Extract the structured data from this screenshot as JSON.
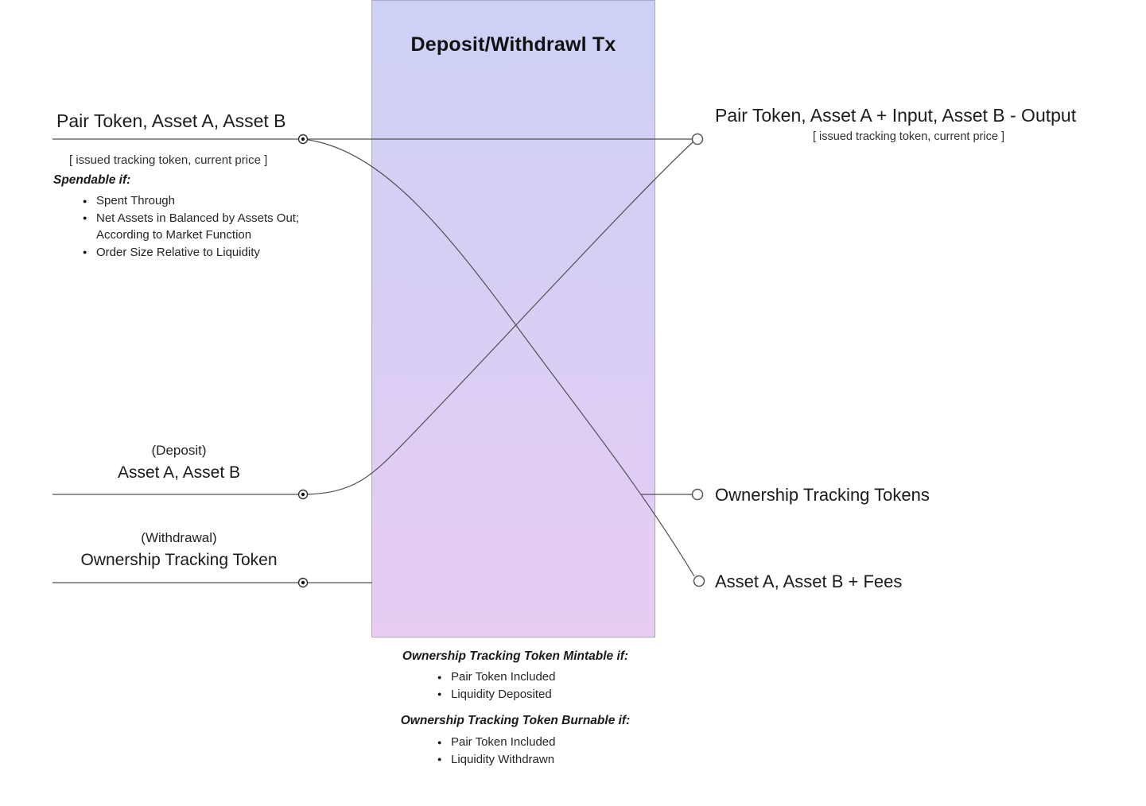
{
  "box": {
    "title": "Deposit/Withdrawl Tx"
  },
  "inputs": {
    "pair_token": {
      "label": "Pair Token, Asset A, Asset B",
      "sublabel": "[ issued tracking token, current price ]",
      "condition_header": "Spendable if:",
      "conditions": [
        "Spent Through",
        "Net Assets in Balanced by Assets Out; According to Market Function",
        "Order Size Relative to Liquidity"
      ]
    },
    "deposit": {
      "tag": "(Deposit)",
      "label": "Asset A, Asset B"
    },
    "withdrawal": {
      "tag": "(Withdrawal)",
      "label": "Ownership Tracking Token"
    }
  },
  "outputs": {
    "pair_token": {
      "label": "Pair Token, Asset A + Input, Asset B - Output",
      "sublabel": "[ issued tracking token, current price ]"
    },
    "tracking_tokens": {
      "label": "Ownership Tracking Tokens"
    },
    "assets_fees": {
      "label": "Asset A, Asset B + Fees"
    }
  },
  "notes": {
    "mintable": {
      "header": "Ownership Tracking Token Mintable if:",
      "items": [
        "Pair Token Included",
        "Liquidity Deposited"
      ]
    },
    "burnable": {
      "header": "Ownership Tracking Token Burnable if:",
      "items": [
        "Pair Token Included",
        "Liquidity Withdrawn"
      ]
    }
  },
  "colors": {
    "box_gradient_top": "#cdd1f5",
    "box_gradient_bottom": "#e8ccf2",
    "box_border": "#aea6c9",
    "wire": "#505055",
    "text": "#1d1d1d"
  }
}
